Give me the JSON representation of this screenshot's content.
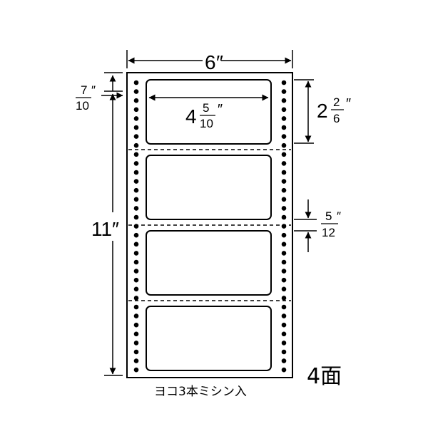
{
  "diagram": {
    "sheet_width": {
      "whole": "6",
      "mark": "″"
    },
    "top_margin": {
      "num": "7",
      "den": "10",
      "mark": "″"
    },
    "sheet_length": {
      "whole": "11",
      "mark": "″"
    },
    "label_width": {
      "whole": "4",
      "num": "5",
      "den": "10",
      "mark": "″"
    },
    "label_height": {
      "whole": "2",
      "num": "2",
      "den": "6",
      "mark": "″"
    },
    "gap": {
      "num": "5",
      "den": "12",
      "mark": "″"
    },
    "labels_per_sheet": 4,
    "caption": "ヨコ3本ミシン入",
    "count_label": "4面"
  }
}
